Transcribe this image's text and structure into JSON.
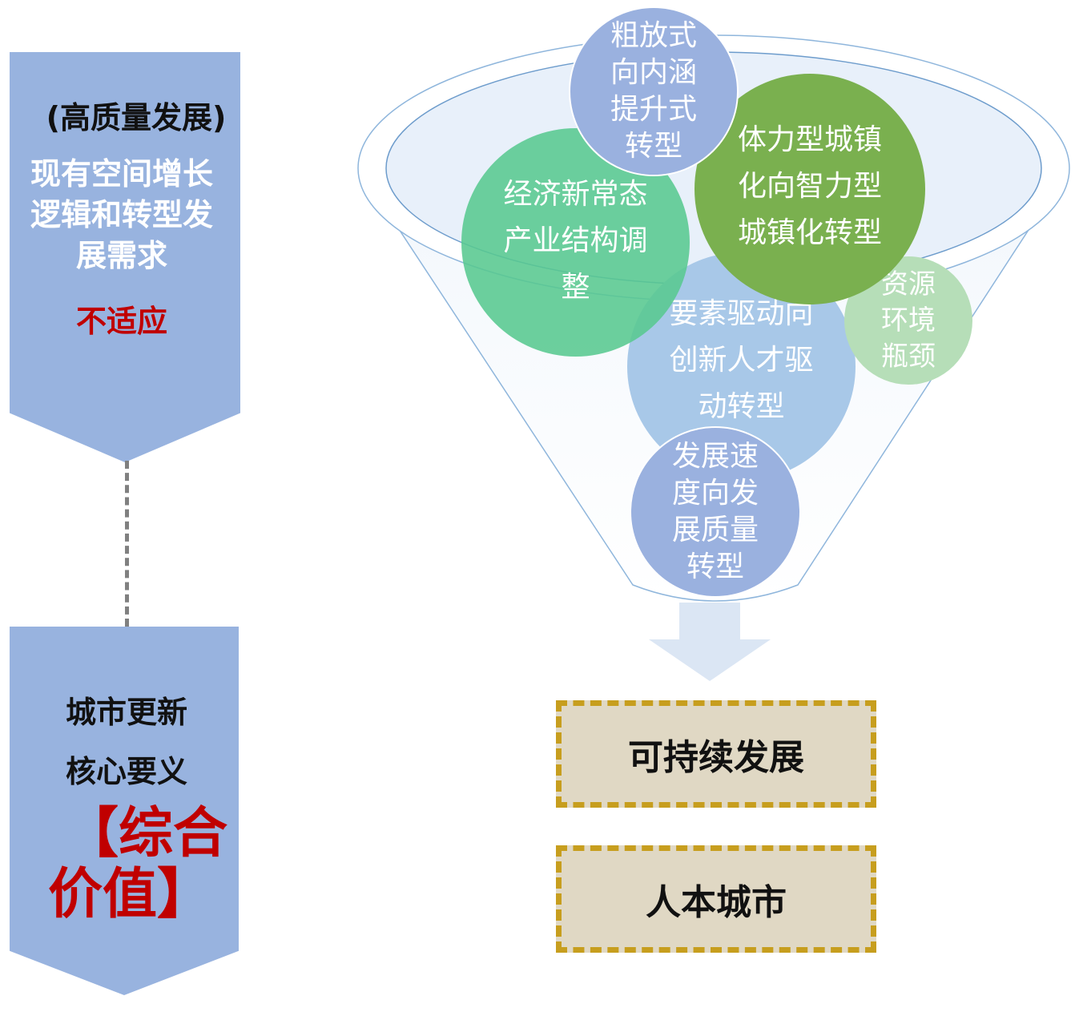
{
  "left_panel": {
    "top_box": {
      "subtitle": "(高质量发展)",
      "line1": "现有空间增长",
      "line2": "逻辑和转型发",
      "line3": "展需求",
      "highlight": "不适应"
    },
    "bottom_box": {
      "line1": "城市更新",
      "line2": "核心要义",
      "highlight_line1": "【综合",
      "highlight_line2": "价值】"
    }
  },
  "funnel": {
    "circles": [
      {
        "id": "extensive",
        "lines": [
          "粗放式",
          "向内涵",
          "提升式",
          "转型"
        ]
      },
      {
        "id": "labor",
        "lines": [
          "体力型城镇",
          "化向智力型",
          "城镇化转型"
        ]
      },
      {
        "id": "economy",
        "lines": [
          "经济新常态",
          "产业结构调",
          "整"
        ]
      },
      {
        "id": "factor",
        "lines": [
          "要素驱动向",
          "创新人才驱",
          "动转型"
        ]
      },
      {
        "id": "resource",
        "lines": [
          "资源",
          "环境",
          "瓶颈"
        ]
      },
      {
        "id": "speed",
        "lines": [
          "发展速",
          "度向发",
          "展质量",
          "转型"
        ]
      }
    ]
  },
  "results": [
    {
      "label": "可持续发展"
    },
    {
      "label": "人本城市"
    }
  ],
  "colors": {
    "left_box": "#98b3df",
    "highlight_red": "#c00000",
    "funnel_stroke": "#8fb6dc",
    "circle_blue": "#9ab1df",
    "circle_green": "#7ab04f",
    "circle_teal": "#58c88f",
    "circle_lightblue": "#a8c8e8",
    "circle_lightgreen": "#b6deb8",
    "result_fill": "#e0d8c4",
    "result_border": "#c79e1e"
  }
}
